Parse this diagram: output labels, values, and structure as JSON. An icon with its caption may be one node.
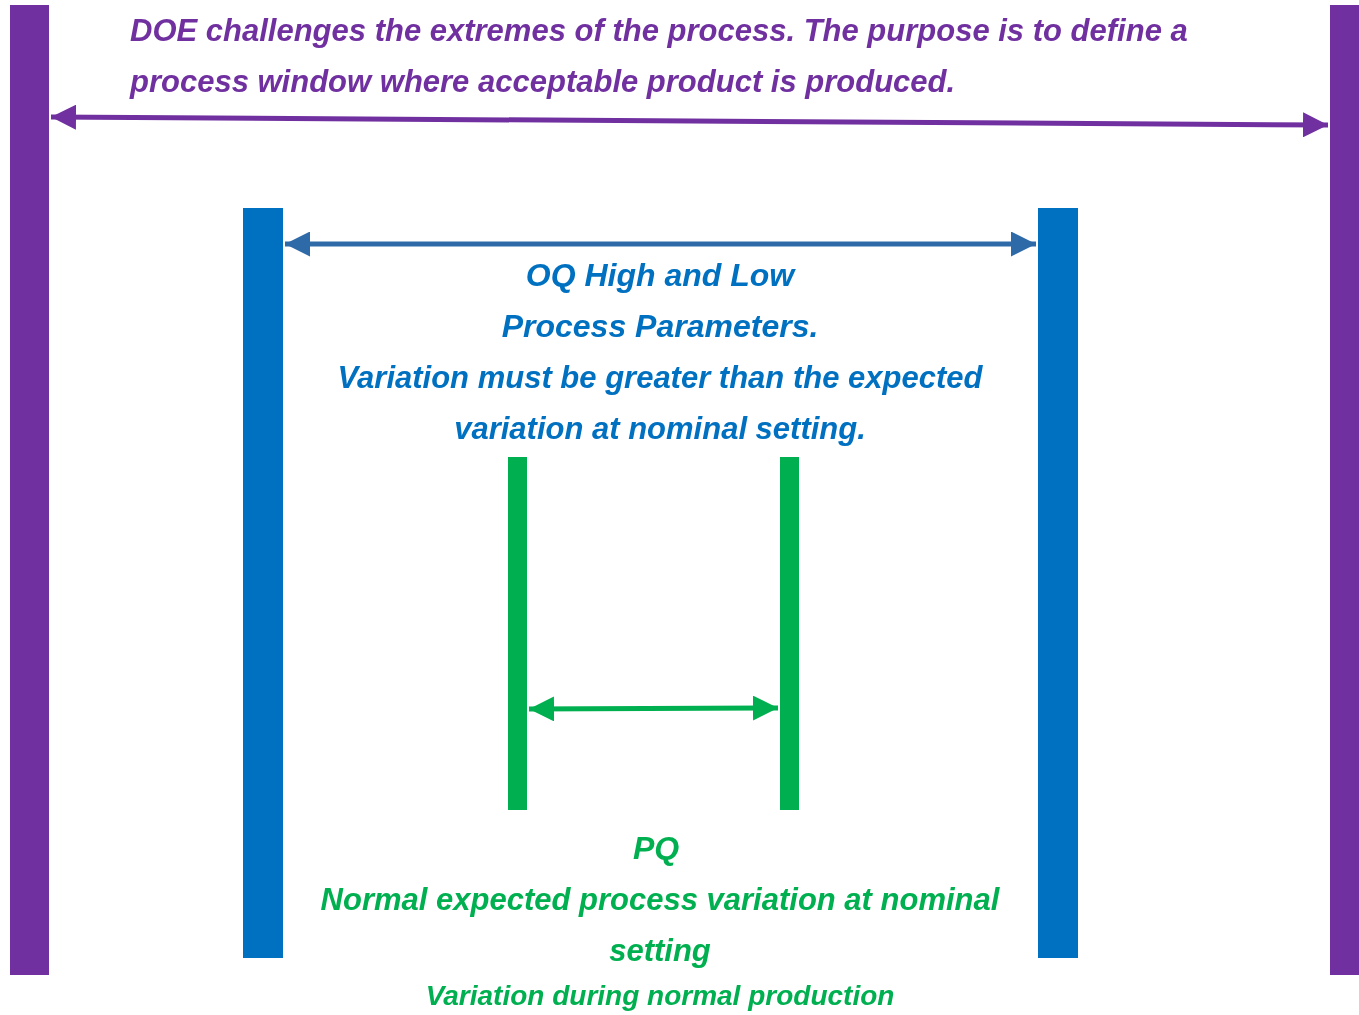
{
  "diagram": {
    "nodes": [
      {
        "text": [],
        "shape": "bar"
      },
      {
        "text": [],
        "shape": "bar"
      },
      {
        "text": [],
        "shape": "bar"
      },
      {
        "text": [],
        "shape": "bar"
      },
      {
        "text": [],
        "shape": "bar"
      },
      {
        "text": [],
        "shape": "bar"
      }
    ],
    "edges": [
      {
        "from": 0,
        "to": 1,
        "arrow": "both",
        "color": "#7030a0"
      },
      {
        "from": 2,
        "to": 3,
        "arrow": "both",
        "color": "#2e6aa8"
      },
      {
        "from": 4,
        "to": 5,
        "arrow": "both",
        "color": "#00b050"
      }
    ],
    "labels": [
      "DOE challenges the extremes of the process.  The purpose is to define a process window where acceptable product is produced.",
      "OQ High and Low Process Parameters.",
      "Variation must be greater than the expected variation at nominal setting.",
      "PQ",
      "Normal expected process variation at nominal setting",
      "Variation during normal production"
    ]
  }
}
